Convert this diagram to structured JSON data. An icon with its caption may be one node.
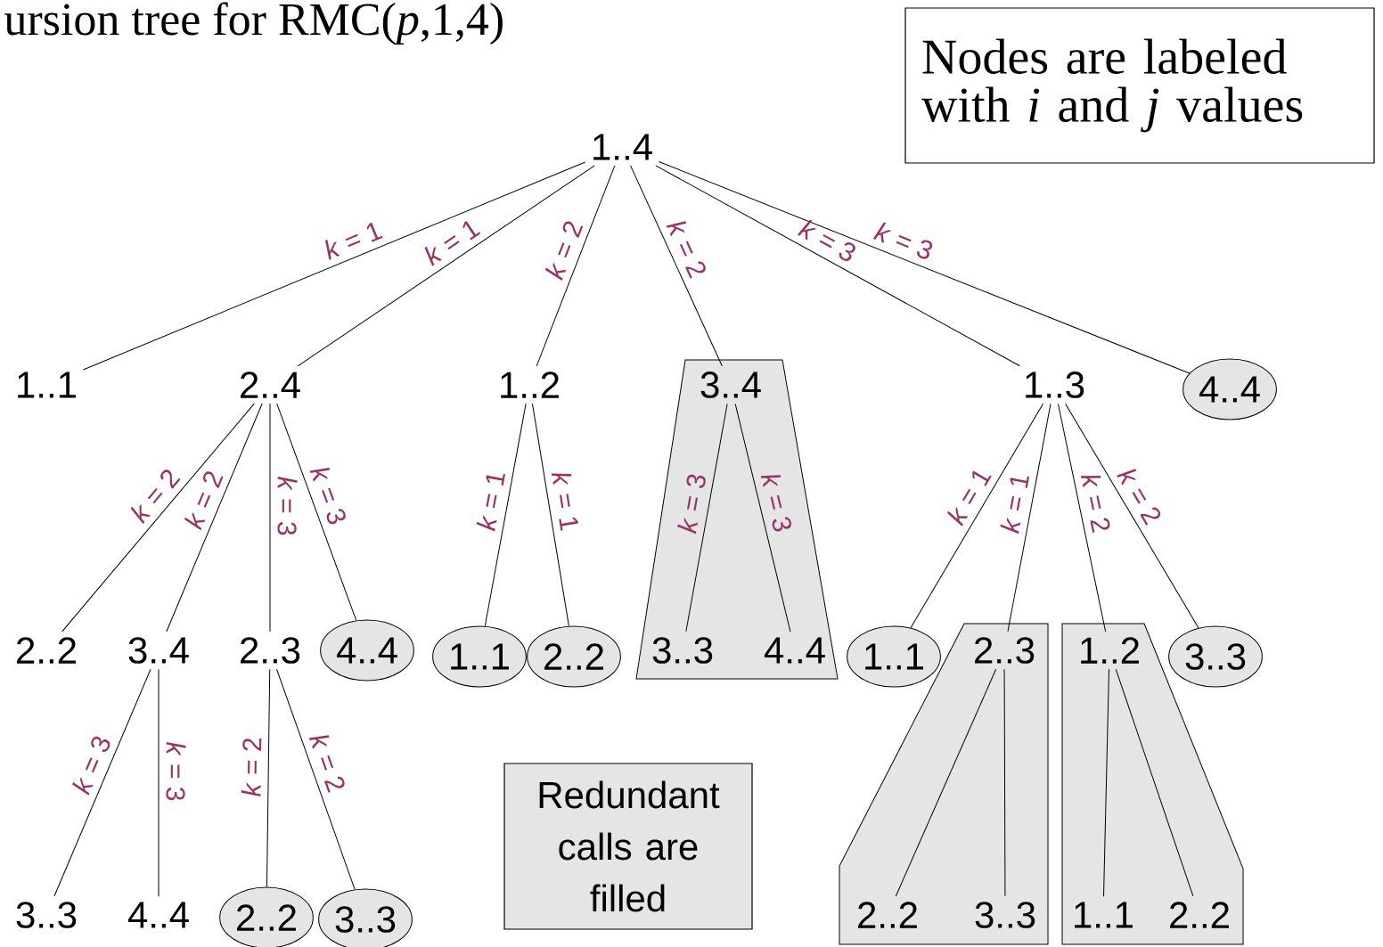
{
  "diagram": {
    "title": "ursion tree for RMC(*p*,1,4)",
    "nodes": [
      {
        "text": [
          "1..4"
        ]
      },
      {
        "text": [
          "1..1"
        ]
      },
      {
        "text": [
          "2..4"
        ]
      },
      {
        "text": [
          "1..2"
        ]
      },
      {
        "text": [],
        "shape": "trapezoid"
      },
      {
        "text": [
          "3..4"
        ],
        "in": 4
      },
      {
        "text": [
          "1..3"
        ]
      },
      {
        "text": [
          "4..4"
        ]
      },
      {
        "text": [
          "2..2"
        ]
      },
      {
        "text": [
          "3..4"
        ]
      },
      {
        "text": [
          "2..3"
        ]
      },
      {
        "text": [
          "4..4"
        ]
      },
      {
        "text": [
          "1..1"
        ]
      },
      {
        "text": [
          "2..2"
        ]
      },
      {
        "text": [
          "3..3"
        ],
        "in": 4
      },
      {
        "text": [
          "4..4"
        ],
        "in": 4
      },
      {
        "text": [
          "1..1"
        ]
      },
      {
        "text": [],
        "shape": "trapezoid"
      },
      {
        "text": [
          "2..3"
        ],
        "in": 17
      },
      {
        "text": [],
        "shape": "trapezoid"
      },
      {
        "text": [
          "1..2"
        ],
        "in": 19
      },
      {
        "text": [
          "3..3"
        ]
      },
      {
        "text": [
          "3..3"
        ]
      },
      {
        "text": [
          "4..4"
        ]
      },
      {
        "text": [
          "2..2"
        ]
      },
      {
        "text": [
          "3..3"
        ]
      },
      {
        "text": [
          "2..2"
        ],
        "in": 17
      },
      {
        "text": [
          "3..3"
        ],
        "in": 17
      },
      {
        "text": [
          "1..1"
        ],
        "in": 19
      },
      {
        "text": [
          "2..2"
        ],
        "in": 19
      },
      {
        "text": [
          "Nodes are labeled with *i* and *j* values"
        ]
      },
      {
        "text": [
          "Redundant calls are filled"
        ]
      }
    ],
    "edges": [
      {
        "from": 0,
        "to": 1,
        "arrow": "none",
        "label": "*k* = 1"
      },
      {
        "from": 0,
        "to": 2,
        "arrow": "none",
        "label": "*k* = 1"
      },
      {
        "from": 0,
        "to": 3,
        "arrow": "none",
        "label": "*k* = 2"
      },
      {
        "from": 0,
        "to": 5,
        "arrow": "none",
        "label": "*k* = 2"
      },
      {
        "from": 0,
        "to": 6,
        "arrow": "none",
        "label": "*k* = 3"
      },
      {
        "from": 0,
        "to": 7,
        "arrow": "none",
        "label": "*k* = 3"
      },
      {
        "from": 2,
        "to": 8,
        "arrow": "none",
        "label": "*k* = 2"
      },
      {
        "from": 2,
        "to": 9,
        "arrow": "none",
        "label": "*k* = 2"
      },
      {
        "from": 2,
        "to": 10,
        "arrow": "none",
        "label": "*k* = 3"
      },
      {
        "from": 2,
        "to": 11,
        "arrow": "none",
        "label": "*k* = 3"
      },
      {
        "from": 3,
        "to": 12,
        "arrow": "none",
        "label": "*k* = 1"
      },
      {
        "from": 3,
        "to": 13,
        "arrow": "none",
        "label": "*k* = 1"
      },
      {
        "from": 5,
        "to": 14,
        "arrow": "none",
        "label": "*k* = 3"
      },
      {
        "from": 5,
        "to": 15,
        "arrow": "none",
        "label": "*k* = 3"
      },
      {
        "from": 6,
        "to": 16,
        "arrow": "none",
        "label": "*k* = 1"
      },
      {
        "from": 6,
        "to": 18,
        "arrow": "none",
        "label": "*k* = 1"
      },
      {
        "from": 6,
        "to": 20,
        "arrow": "none",
        "label": "*k* = 2"
      },
      {
        "from": 6,
        "to": 21,
        "arrow": "none",
        "label": "*k* = 2"
      },
      {
        "from": 9,
        "to": 22,
        "arrow": "none",
        "label": "*k* = 3"
      },
      {
        "from": 9,
        "to": 23,
        "arrow": "none",
        "label": "*k* = 3"
      },
      {
        "from": 10,
        "to": 24,
        "arrow": "none",
        "label": "*k* = 2"
      },
      {
        "from": 10,
        "to": 25,
        "arrow": "none",
        "label": "*k* = 2"
      },
      {
        "from": 18,
        "to": 26,
        "arrow": "none"
      },
      {
        "from": 18,
        "to": 27,
        "arrow": "none"
      },
      {
        "from": 20,
        "to": 28,
        "arrow": "none"
      },
      {
        "from": 20,
        "to": 29,
        "arrow": "none"
      }
    ]
  }
}
